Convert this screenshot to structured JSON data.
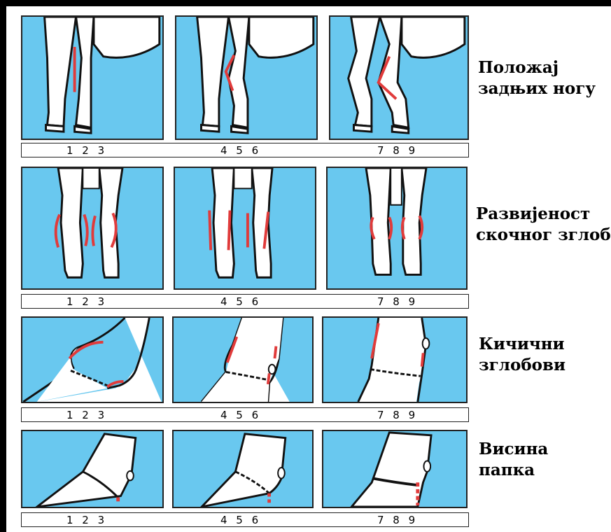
{
  "rows": [
    {
      "title_lines": [
        "Положај",
        "задњих ногу"
      ],
      "scale_labels": [
        "1 2 3",
        "4 5 6",
        "7 8 9"
      ]
    },
    {
      "title_lines": [
        "Развијеност",
        "скочног зглоба"
      ],
      "scale_labels": [
        "1 2 3",
        "4 5 6",
        "7 8 9"
      ]
    },
    {
      "title_lines": [
        "Кичични",
        "зглобови"
      ],
      "scale_labels": [
        "1 2 3",
        "4 5 6",
        "7 8 9"
      ]
    },
    {
      "title_lines": [
        "Висина",
        "папка"
      ],
      "scale_labels": [
        "1 2 3",
        "4 5 6",
        "7 8 9"
      ]
    }
  ],
  "colors": {
    "panel_bg": "#69c8ef",
    "marker": "#e03b3b",
    "outline": "#111111"
  }
}
